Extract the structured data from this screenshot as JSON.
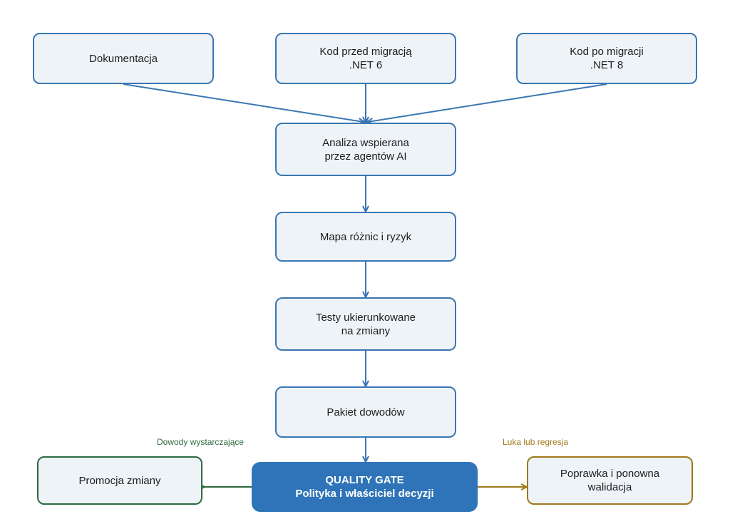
{
  "nodes": {
    "docs": "Dokumentacja",
    "code_before": "Kod przed migracją\n.NET 6",
    "code_after": "Kod po migracji\n.NET 8",
    "ai_analysis": "Analiza wspierana\nprzez agentów AI",
    "diff_map": "Mapa różnic i ryzyk",
    "targeted_tests": "Testy ukierunkowane\nna zmiany",
    "evidence_pack": "Pakiet dowodów",
    "quality_gate_title": "QUALITY GATE",
    "quality_gate_subtitle": "Polityka i właściciel decyzji",
    "promotion": "Promocja zmiany",
    "fix_revalidate": "Poprawka i ponowna\nwalidacja"
  },
  "edge_labels": {
    "sufficient": "Dowody wystarczające",
    "gap_regression": "Luka lub regresja"
  },
  "colors": {
    "node_fill": "#eef3f8",
    "node_border": "#3a76b3",
    "arrow_blue": "#3a76b3",
    "gate_fill": "#2f74b8",
    "pass_green": "#2d6a3e",
    "fail_gold": "#a0781b"
  }
}
